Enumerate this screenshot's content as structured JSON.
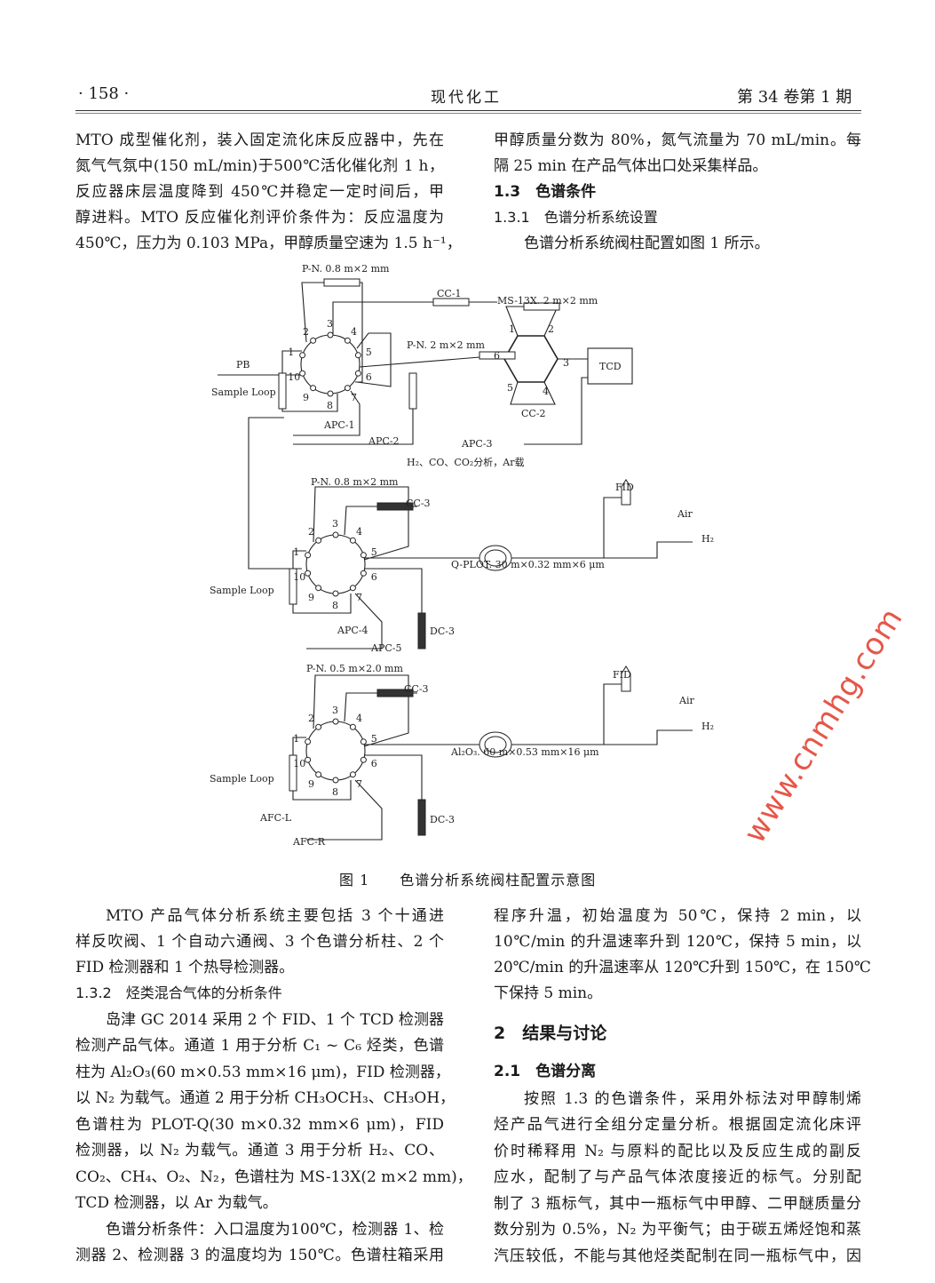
{
  "header": {
    "page": "· 158 ·",
    "journal": "现代化工",
    "issue": "第 34 卷第 1 期"
  },
  "top_left": [
    "MTO 成型催化剂，装入固定流化床反应器中，先在",
    "氮气气氛中(150 mL/min)于500℃活化催化剂 1 h，",
    "反应器床层温度降到 450℃并稳定一定时间后，甲",
    "醇进料。MTO 反应催化剂评价条件为：反应温度为",
    "450℃，压力为 0.103 MPa，甲醇质量空速为 1.5 h⁻¹，"
  ],
  "top_right": [
    "甲醇质量分数为 80%，氮气流量为 70 mL/min。每",
    "隔 25 min 在产品气体出口处采集样品。",
    "1.3　色谱条件",
    "1.3.1　色谱分析系统设置",
    "色谱分析系统阀柱配置如图 1 所示。"
  ],
  "figure": {
    "caption": "图 1　　色谱分析系统阀柱配置示意图",
    "labels": {
      "pn1": "P-N. 0.8 m×2 mm",
      "cc1": "CC-1",
      "ms13x": "MS-13X. 2 m×2 mm",
      "pb": "PB",
      "loop1": "Sample Loop",
      "pn2": "P-N. 2 m×2 mm",
      "tcd": "TCD",
      "cc2": "CC-2",
      "apc1": "APC-1",
      "apc2": "APC-2",
      "apc3": "APC-3",
      "ch1": "H₂、CO、CO₂分析，Ar载",
      "pn3": "P-N. 0.8 m×2 mm",
      "cc3a": "CC-3",
      "fid1": "FID",
      "air1": "Air",
      "h2a": "H₂",
      "qplot": "Q-PLOT. 30 m×0.32 mm×6 μm",
      "loop2": "Sample Loop",
      "dc3a": "DC-3",
      "apc4": "APC-4",
      "apc5": "APC-5",
      "pn4": "P-N. 0.5 m×2.0 mm",
      "cc3b": "CC-3",
      "fid2": "FID",
      "air2": "Air",
      "h2b": "H₂",
      "al2o3": "Al₂O₃. 60 m×0.53 mm×16 μm",
      "loop3": "Sample Loop",
      "dc3b": "DC-3",
      "afcl": "AFC-L",
      "afcr": "AFC-R"
    },
    "ten_port_numbers": [
      "1",
      "2",
      "3",
      "4",
      "5",
      "6",
      "7",
      "8",
      "9",
      "10"
    ],
    "six_port_numbers": [
      "1",
      "2",
      "3",
      "4",
      "5",
      "6"
    ]
  },
  "bottom_left": [
    "MTO 产品气体分析系统主要包括 3 个十通进",
    "样反吹阀、1 个自动六通阀、3 个色谱分析柱、2 个",
    "FID 检测器和 1 个热导检测器。",
    "1.3.2　烃类混合气体的分析条件",
    "岛津 GC 2014 采用 2 个 FID、1 个 TCD 检测器",
    "检测产品气体。通道 1 用于分析 C₁ ~ C₆ 烃类，色谱",
    "柱为 Al₂O₃(60 m×0.53 mm×16 μm)，FID 检测器，",
    "以 N₂ 为载气。通道 2 用于分析 CH₃OCH₃、CH₃OH，",
    "色谱柱为 PLOT-Q(30 m×0.32 mm×6 μm)，FID",
    "检测器，以 N₂ 为载气。通道 3 用于分析 H₂、CO、",
    "CO₂、CH₄、O₂、N₂，色谱柱为 MS-13X(2 m×2 mm)，",
    "TCD 检测器，以 Ar 为载气。",
    "色谱分析条件：入口温度为100℃，检测器 1、检",
    "测器 2、检测器 3 的温度均为 150℃。色谱柱箱采用"
  ],
  "bottom_right": [
    "程序升温，初始温度为 50℃，保持 2 min，以",
    "10℃/min 的升温速率升到 120℃，保持 5 min，以",
    "20℃/min 的升温速率从 120℃升到 150℃，在 150℃",
    "下保持 5 min。",
    "2　结果与讨论",
    "2.1　色谱分离",
    "按照 1.3 的色谱条件，采用外标法对甲醇制烯",
    "烃产品气进行全组分定量分析。根据固定流化床评",
    "价时稀释用 N₂ 与原料的配比以及反应生成的副反",
    "应水，配制了与产品气体浓度接近的标气。分别配",
    "制了 3 瓶标气，其中一瓶标气中甲醇、二甲醚质量分",
    "数分别为 0.5%，N₂ 为平衡气；由于碳五烯烃饱和蒸",
    "汽压较低，不能与其他烃类配制在同一瓶标气中，因"
  ],
  "watermark": "www.cnmhg.com"
}
